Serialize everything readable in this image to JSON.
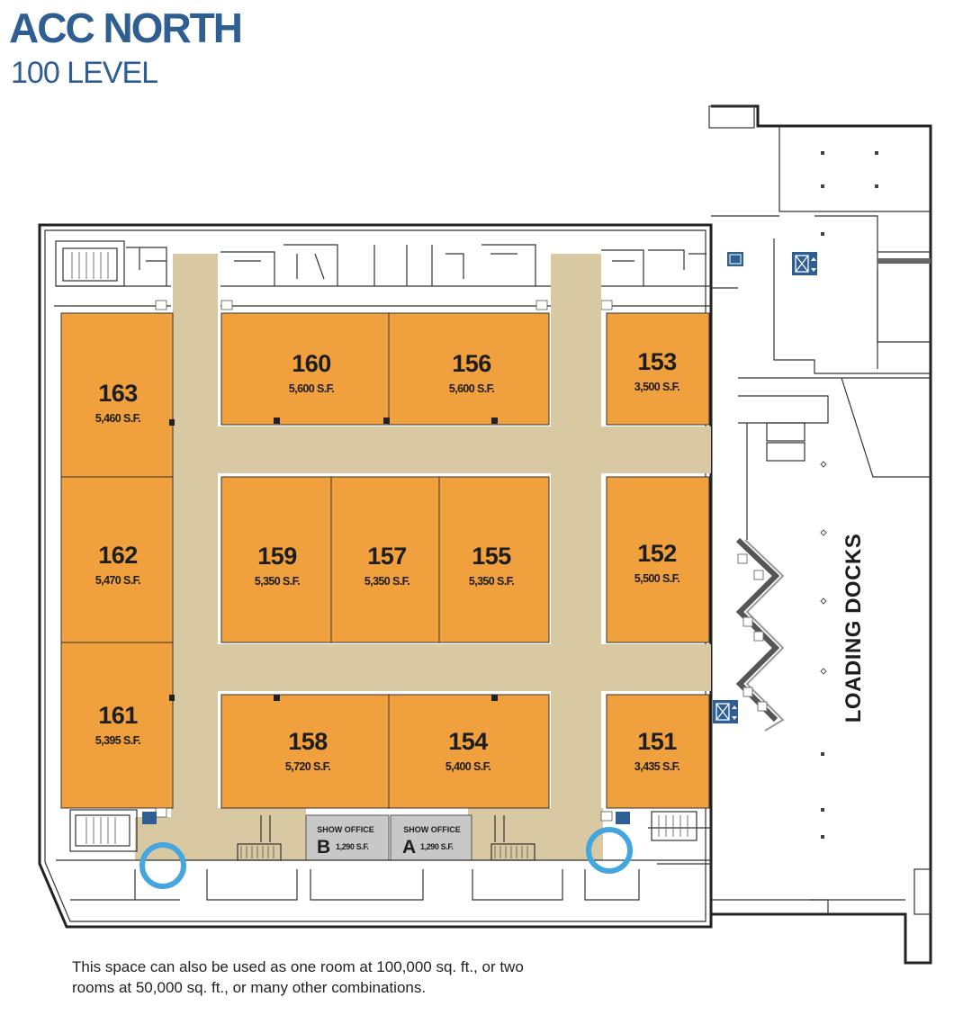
{
  "header": {
    "title": "ACC NORTH",
    "subtitle": "100 LEVEL"
  },
  "colors": {
    "brand_blue": "#2f5e93",
    "room_orange": "#f0a03c",
    "corridor_tan": "#d9c9a3",
    "show_office_gray": "#c8c8c8",
    "marker_blue": "#44a6e0"
  },
  "rooms": [
    {
      "id": "163",
      "number": "163",
      "area": "5,460 S.F."
    },
    {
      "id": "162",
      "number": "162",
      "area": "5,470 S.F."
    },
    {
      "id": "161",
      "number": "161",
      "area": "5,395 S.F."
    },
    {
      "id": "160",
      "number": "160",
      "area": "5,600 S.F."
    },
    {
      "id": "156",
      "number": "156",
      "area": "5,600 S.F."
    },
    {
      "id": "153",
      "number": "153",
      "area": "3,500 S.F."
    },
    {
      "id": "159",
      "number": "159",
      "area": "5,350 S.F."
    },
    {
      "id": "157",
      "number": "157",
      "area": "5,350 S.F."
    },
    {
      "id": "155",
      "number": "155",
      "area": "5,350 S.F."
    },
    {
      "id": "152",
      "number": "152",
      "area": "5,500 S.F."
    },
    {
      "id": "158",
      "number": "158",
      "area": "5,720 S.F."
    },
    {
      "id": "154",
      "number": "154",
      "area": "5,400 S.F."
    },
    {
      "id": "151",
      "number": "151",
      "area": "3,435 S.F."
    }
  ],
  "show_offices": [
    {
      "id": "B",
      "label": "SHOW OFFICE",
      "letter": "B",
      "area": "1,290 S.F."
    },
    {
      "id": "A",
      "label": "SHOW OFFICE",
      "letter": "A",
      "area": "1,290 S.F."
    }
  ],
  "loading_docks_label": "LOADING DOCKS",
  "icons": [
    "elevator-icon",
    "stair-icon",
    "restroom-marker-icon"
  ],
  "caption": {
    "line1": "This space can also be used as one room at 100,000 sq. ft., or two",
    "line2": "rooms at 50,000 sq. ft., or many other combinations."
  }
}
